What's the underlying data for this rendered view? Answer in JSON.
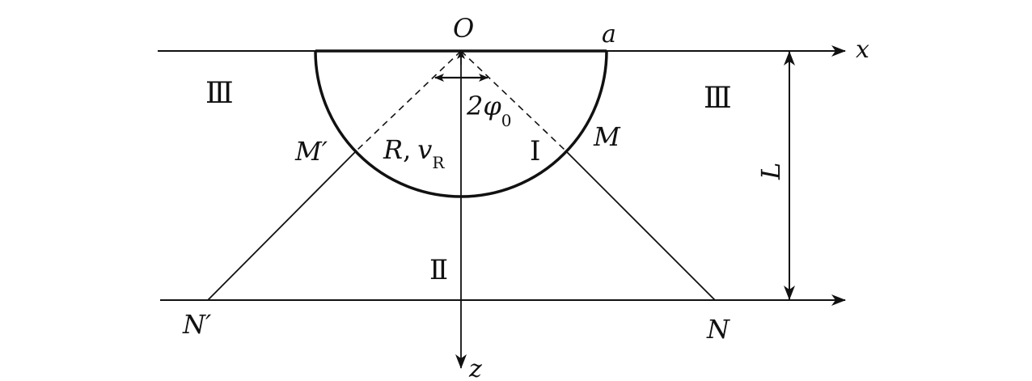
{
  "labels": {
    "origin": "O",
    "a": "a",
    "x_axis": "x",
    "z_axis": "z",
    "region_left": "Ⅲ",
    "region_right": "Ⅲ",
    "region_inner": "Ⅰ",
    "region_lower": "Ⅱ",
    "M": "M",
    "M_prime": "M′",
    "N": "N",
    "N_prime": "N′",
    "L": "L",
    "angle_main": "2φ",
    "angle_sub": "0",
    "R": "R",
    "comma": ",",
    "v": "v",
    "v_sub": "R"
  }
}
